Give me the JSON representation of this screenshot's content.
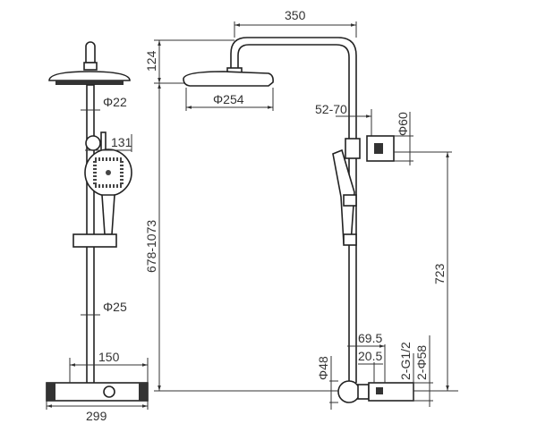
{
  "drawing": {
    "front_view": {
      "head_height": "124",
      "pipe_diameter": "Φ22",
      "hand_shower_diameter": "131",
      "total_height": "678-1073",
      "lower_pipe_diameter": "Φ25",
      "inlet_spacing": "150",
      "valve_width": "299"
    },
    "side_view": {
      "arm_reach": "350",
      "head_diameter": "Φ254",
      "wall_distance": "52-70",
      "bracket_diameter": "Φ60",
      "bracket_height": "723",
      "valve_depth": "69.5",
      "inlet_offset": "20.5",
      "valve_diameter": "Φ48",
      "inlet_thread": "2-G1/2",
      "inlet_diameter": "2-Φ58"
    }
  }
}
